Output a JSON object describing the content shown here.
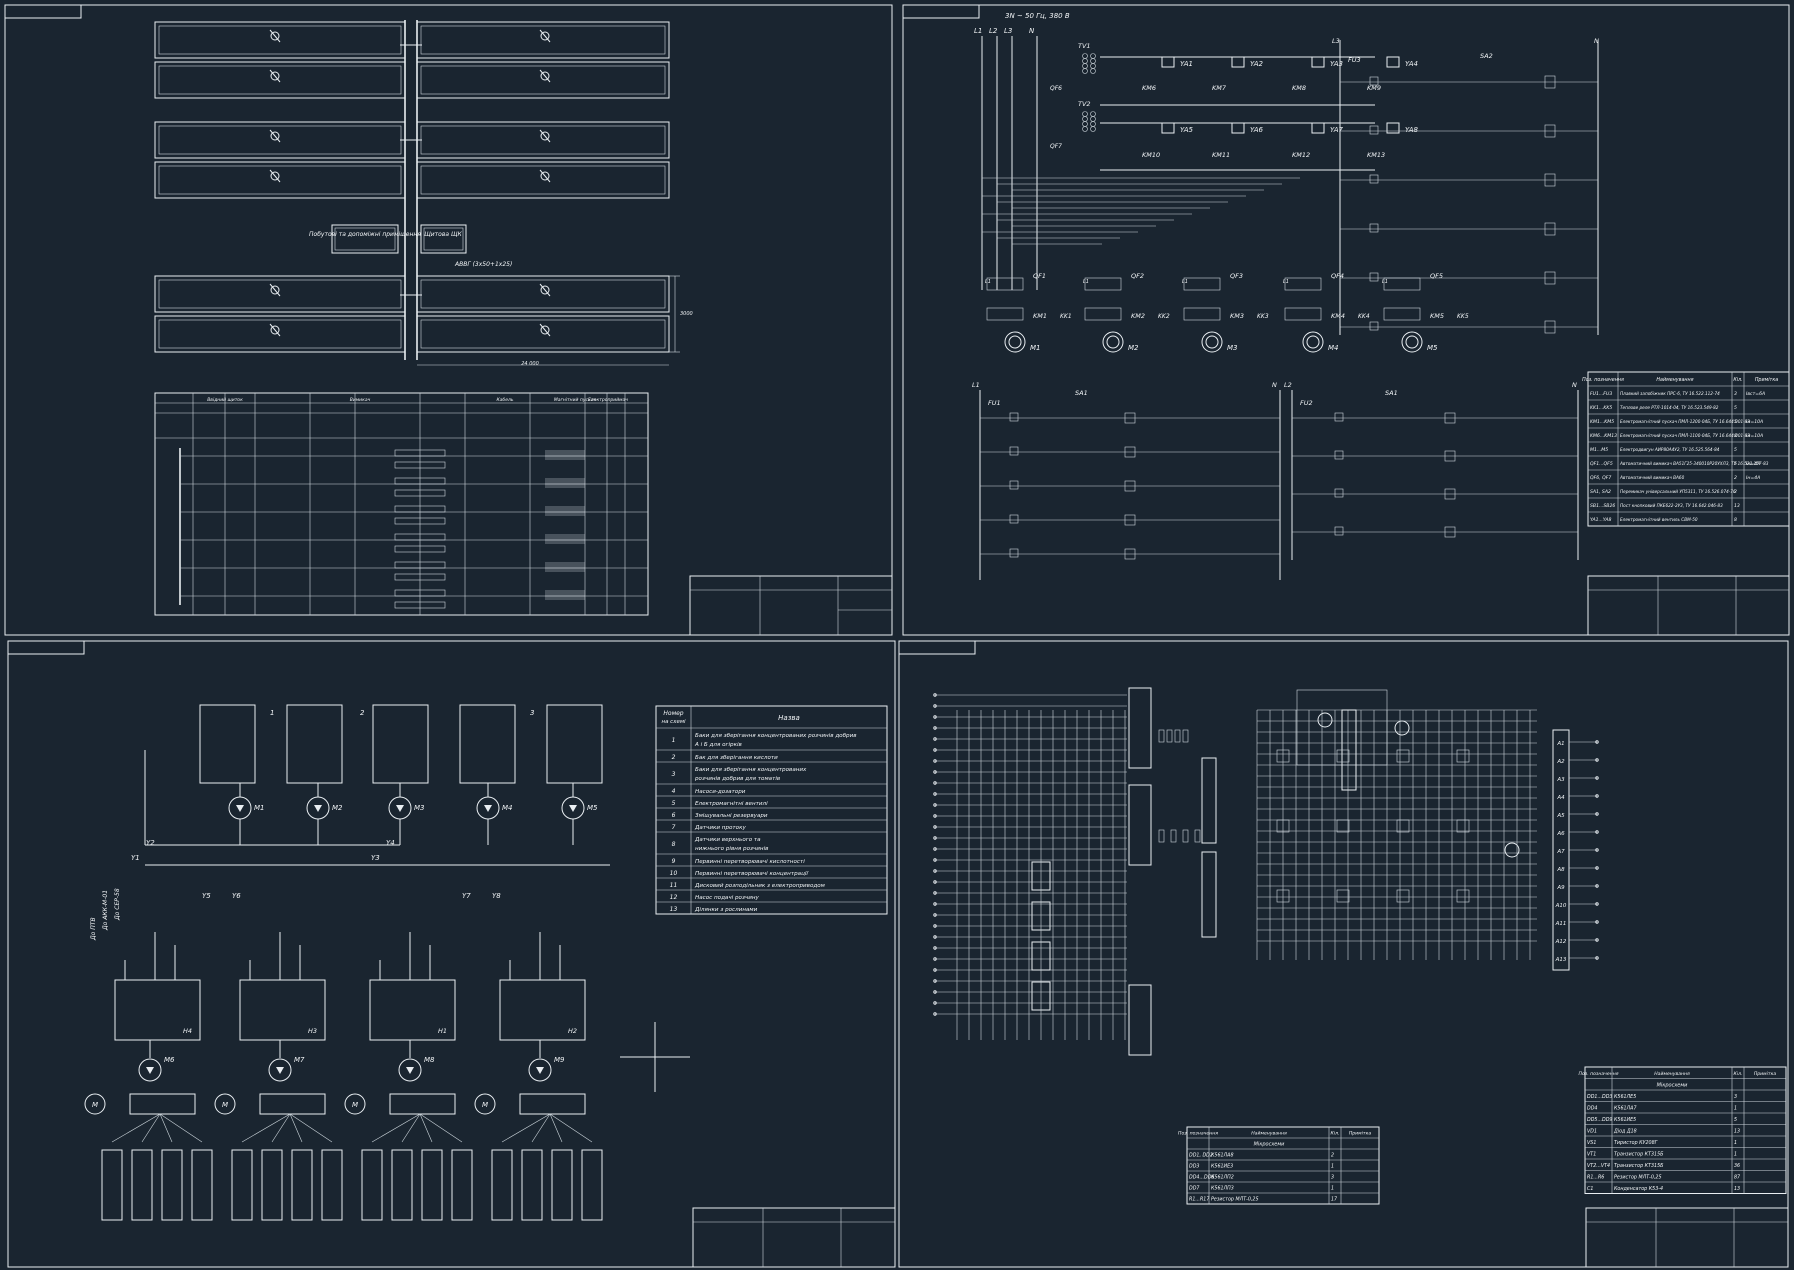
{
  "sheet1": {
    "room_labels": [
      "Побутові та допоміжні приміщення",
      "Щитова ЩК"
    ],
    "cable_label": "АВВГ (3х50+1х25)",
    "dim_width": "24 000",
    "dim_height": "3000",
    "table_headers": [
      "Ввідний щиток",
      "Вимикач",
      "Кабель",
      "Магнітний пускач",
      "Електроприймач"
    ]
  },
  "sheet2": {
    "supply": "3N ~ 50 Гц, 380 В",
    "phases": [
      "L1",
      "L2",
      "L3",
      "N"
    ],
    "transformers": [
      "TV1",
      "TV2"
    ],
    "breakers_small": [
      "QF6",
      "QF7"
    ],
    "valves_top": [
      "YA1",
      "YA2",
      "YA3",
      "YA4"
    ],
    "valves_bottom": [
      "YA5",
      "YA6",
      "YA7",
      "YA8"
    ],
    "contacts_top": [
      "KM6",
      "KM7",
      "KM8",
      "KM9"
    ],
    "contacts_bottom": [
      "KM10",
      "KM11",
      "KM12",
      "KM13"
    ],
    "breakers": [
      "QF1",
      "QF2",
      "QF3",
      "QF4",
      "QF5"
    ],
    "starters": [
      "KM1",
      "KM2",
      "KM3",
      "KM4",
      "KM5"
    ],
    "relays": [
      "KK1",
      "KK2",
      "KK3",
      "KK4",
      "KK5"
    ],
    "motors": [
      "M1",
      "M2",
      "M3",
      "M4",
      "M5"
    ],
    "fuses": [
      "FU1",
      "FU2",
      "FU3"
    ],
    "switches": [
      "SA1",
      "SA1",
      "SA2"
    ],
    "spec_headers": [
      "Поз. позначення",
      "Найменування",
      "Кіл.",
      "Примітка"
    ],
    "spec_rows": [
      [
        "FU1...FU3",
        "Плавкий запобіжник ПРС-6, ТУ 16.522.112-74",
        "3",
        "Iвст=6А"
      ],
      [
        "KK1...KK5",
        "Теплове реле РТЛ-1014-04, ТУ 16.523.549-82",
        "5",
        ""
      ],
      [
        "KM1...KM5",
        "Електромагнітний пускач ПМЛ-1200-04Б, ТУ 16.644.001-83",
        "5",
        "Iн=10А"
      ],
      [
        "KM6...KM13",
        "Електромагнітний пускач ПМЛ-1100-04Б, ТУ 16.644.001-83",
        "8",
        "Iн=10А"
      ],
      [
        "M1...M5",
        "Електродвигун АИР80А4У2, ТУ 16.525.564-84",
        "5",
        ""
      ],
      [
        "QF1...QF5",
        "Автоматичний вимикач ВА51Г25-340010Р20УХЛ3, ТУ 16.522.157-83",
        "5",
        "Iн=4А"
      ],
      [
        "QF6, QF7",
        "Автоматичний вимикач ВА60",
        "2",
        "Iн=4А"
      ],
      [
        "SA1, SA2",
        "Перемикач універсальний УП5311, ТУ 16.526.074-76",
        "2",
        ""
      ],
      [
        "SB1...SB26",
        "Пост кнопковий ПКЕ622-2У3, ТУ 16.642.046-83",
        "13",
        ""
      ],
      [
        "YA1...YA8",
        "Електромагнітний вентиль СВМ-50",
        "8",
        ""
      ]
    ]
  },
  "sheet3": {
    "legend_headers": [
      "Номер на схемі",
      "Назва"
    ],
    "legend_rows": [
      [
        "1",
        "Баки для зберігання концентрованих розчинів добрив А і Б для огірків"
      ],
      [
        "2",
        "Бак для зберігання кислоти"
      ],
      [
        "3",
        "Баки для зберігання концентрованих розчинів добрив для томатів"
      ],
      [
        "4",
        "Насоси-дозатори"
      ],
      [
        "5",
        "Електромагнітні вентилі"
      ],
      [
        "6",
        "Змішувальні резервуари"
      ],
      [
        "7",
        "Датчики протоку"
      ],
      [
        "8",
        "Датчики верхнього та нижнього рівня розчинів"
      ],
      [
        "9",
        "Первинні перетворювачі кислотності"
      ],
      [
        "10",
        "Первинні перетворювачі концентрації"
      ],
      [
        "11",
        "Дисковий розподільник з електроприводом"
      ],
      [
        "12",
        "Насос подачі розчину"
      ],
      [
        "13",
        "Ділянки з рослинами"
      ]
    ],
    "pumps": [
      "M1",
      "M2",
      "M3",
      "M4",
      "M5"
    ],
    "pumps2": [
      "M6",
      "M7",
      "M8",
      "M9"
    ],
    "tanks": [
      "Н4",
      "Н3",
      "Н1",
      "Н2"
    ],
    "valves": [
      "Y1",
      "Y2",
      "Y3",
      "Y4",
      "Y5",
      "Y6",
      "Y7",
      "Y8"
    ],
    "sensors": [
      "До ПТВ",
      "До АКК-М-01",
      "До СЕР-58"
    ]
  },
  "sheet4": {
    "spec1_headers": [
      "Поз. позначення",
      "Найменування",
      "Кіл.",
      "Примітка"
    ],
    "spec1_section": "Мікросхеми",
    "spec1_rows": [
      [
        "DD1, DD2",
        "К561ЛА8",
        "2",
        ""
      ],
      [
        "DD3",
        "К561ИЕ3",
        "1",
        ""
      ],
      [
        "DD4...DD6",
        "К561ЛП2",
        "3",
        ""
      ],
      [
        "DD7",
        "К561ЛП3",
        "1",
        ""
      ],
      [
        "R1...R17",
        "Резистор МЛТ-0,25",
        "17",
        ""
      ]
    ],
    "spec2_headers": [
      "Поз. позначення",
      "Найменування",
      "Кіл.",
      "Примітка"
    ],
    "spec2_section": "Мікросхеми",
    "spec2_rows": [
      [
        "DD1...DD3",
        "К561ЛЕ5",
        "3",
        ""
      ],
      [
        "DD4",
        "К561ЛА7",
        "1",
        ""
      ],
      [
        "DD5...DD9",
        "К561ИЕ5",
        "5",
        ""
      ],
      [
        "VD1",
        "Діод Д18",
        "13",
        ""
      ],
      [
        "VS1",
        "Тиристор КУ208Г",
        "1",
        ""
      ],
      [
        "VT1",
        "Транзистор КТ315Б",
        "1",
        ""
      ],
      [
        "VT2...VT4",
        "Транзистор КТ315Б",
        "36",
        ""
      ],
      [
        "R1...R6",
        "Резистор МЛТ-0,25",
        "87",
        ""
      ],
      [
        "C1",
        "Конденсатор К53-4",
        "13",
        ""
      ]
    ],
    "connector_pins": [
      "А1",
      "А2",
      "А3",
      "А4",
      "А5",
      "А6",
      "А7",
      "А8",
      "А9",
      "А10",
      "А11",
      "А12",
      "А13"
    ]
  }
}
